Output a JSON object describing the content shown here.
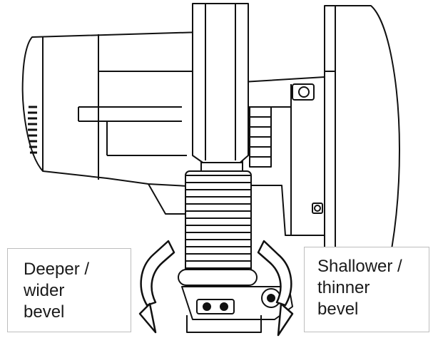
{
  "labels": {
    "left": {
      "line1": "Deeper /",
      "line2": "wider",
      "line3": "bevel"
    },
    "right": {
      "line1": "Shallower /",
      "line2": "thinner",
      "line3": "bevel"
    }
  },
  "colors": {
    "line": "#111111",
    "arrow_fill": "#ffffff",
    "box_border": "#bdbdbd"
  }
}
